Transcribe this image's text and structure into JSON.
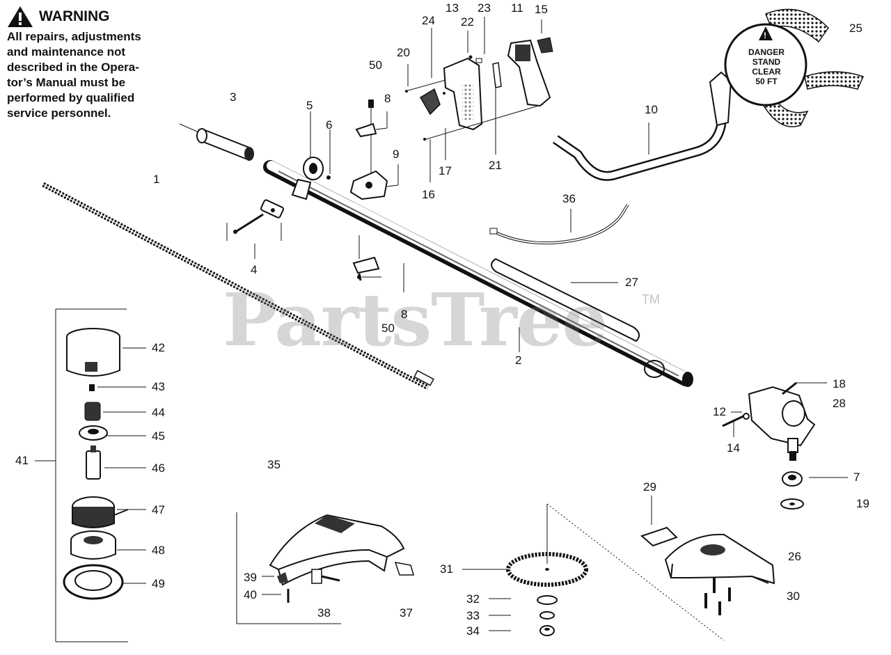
{
  "warning": {
    "title": "WARNING",
    "lines": [
      "All repairs, adjustments",
      "and maintenance not",
      "described in the Opera-",
      "tor’s Manual must be",
      "performed by qualified",
      "service personnel."
    ]
  },
  "decal": {
    "lines": [
      "DANGER",
      "STAND",
      "CLEAR",
      "50 FT"
    ]
  },
  "watermark": {
    "text": "PartsTree",
    "tm": "TM"
  },
  "part_labels": [
    {
      "id": "p13",
      "text": "13"
    },
    {
      "id": "p23",
      "text": "23"
    },
    {
      "id": "p11",
      "text": "11"
    },
    {
      "id": "p15",
      "text": "15"
    },
    {
      "id": "p24",
      "text": "24"
    },
    {
      "id": "p22",
      "text": "22"
    },
    {
      "id": "p25",
      "text": "25"
    },
    {
      "id": "p20",
      "text": "20"
    },
    {
      "id": "p50a",
      "text": "50"
    },
    {
      "id": "p3",
      "text": "3"
    },
    {
      "id": "p8a",
      "text": "8"
    },
    {
      "id": "p5",
      "text": "5"
    },
    {
      "id": "p6",
      "text": "6"
    },
    {
      "id": "p10",
      "text": "10"
    },
    {
      "id": "p9",
      "text": "9"
    },
    {
      "id": "p17",
      "text": "17"
    },
    {
      "id": "p21",
      "text": "21"
    },
    {
      "id": "p1",
      "text": "1"
    },
    {
      "id": "p16",
      "text": "16"
    },
    {
      "id": "p36",
      "text": "36"
    },
    {
      "id": "p4",
      "text": "4"
    },
    {
      "id": "p27",
      "text": "27"
    },
    {
      "id": "p8b",
      "text": "8"
    },
    {
      "id": "p50b",
      "text": "50"
    },
    {
      "id": "p42",
      "text": "42"
    },
    {
      "id": "p2",
      "text": "2"
    },
    {
      "id": "p43",
      "text": "43"
    },
    {
      "id": "p18",
      "text": "18"
    },
    {
      "id": "p28",
      "text": "28"
    },
    {
      "id": "p44",
      "text": "44"
    },
    {
      "id": "p12",
      "text": "12"
    },
    {
      "id": "p45",
      "text": "45"
    },
    {
      "id": "p14",
      "text": "14"
    },
    {
      "id": "p41",
      "text": "41"
    },
    {
      "id": "p35",
      "text": "35"
    },
    {
      "id": "p46",
      "text": "46"
    },
    {
      "id": "p7",
      "text": "7"
    },
    {
      "id": "p29",
      "text": "29"
    },
    {
      "id": "p19",
      "text": "19"
    },
    {
      "id": "p47",
      "text": "47"
    },
    {
      "id": "p48",
      "text": "48"
    },
    {
      "id": "p26",
      "text": "26"
    },
    {
      "id": "p31",
      "text": "31"
    },
    {
      "id": "p39",
      "text": "39"
    },
    {
      "id": "p49",
      "text": "49"
    },
    {
      "id": "p40",
      "text": "40"
    },
    {
      "id": "p32",
      "text": "32"
    },
    {
      "id": "p30",
      "text": "30"
    },
    {
      "id": "p38",
      "text": "38"
    },
    {
      "id": "p37",
      "text": "37"
    },
    {
      "id": "p33",
      "text": "33"
    },
    {
      "id": "p34",
      "text": "34"
    }
  ]
}
